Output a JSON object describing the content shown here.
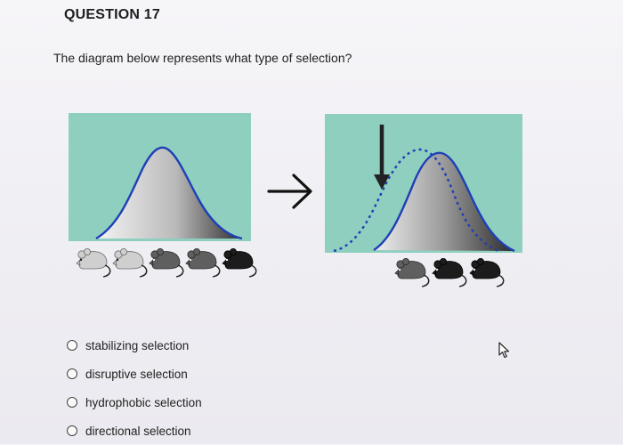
{
  "question": {
    "heading": "QUESTION 17",
    "prompt": "The diagram below represents what type of selection?"
  },
  "diagram": {
    "panel_color": "#8ecfbf",
    "curve_color": "#1f3fb5",
    "before_mice": [
      "light-gray-mouse",
      "light-gray-mouse",
      "dark-gray-mouse",
      "dark-gray-mouse",
      "black-mouse"
    ],
    "after_mice": [
      "dark-gray-mouse",
      "black-mouse",
      "black-mouse"
    ],
    "arrow_icon": "right-arrow-icon",
    "pressure_icon": "down-arrow-icon"
  },
  "options": [
    {
      "label": "stabilizing selection"
    },
    {
      "label": "disruptive selection"
    },
    {
      "label": "hydrophobic selection"
    },
    {
      "label": "directional selection"
    }
  ],
  "cursor_icon": "mouse-pointer-icon"
}
